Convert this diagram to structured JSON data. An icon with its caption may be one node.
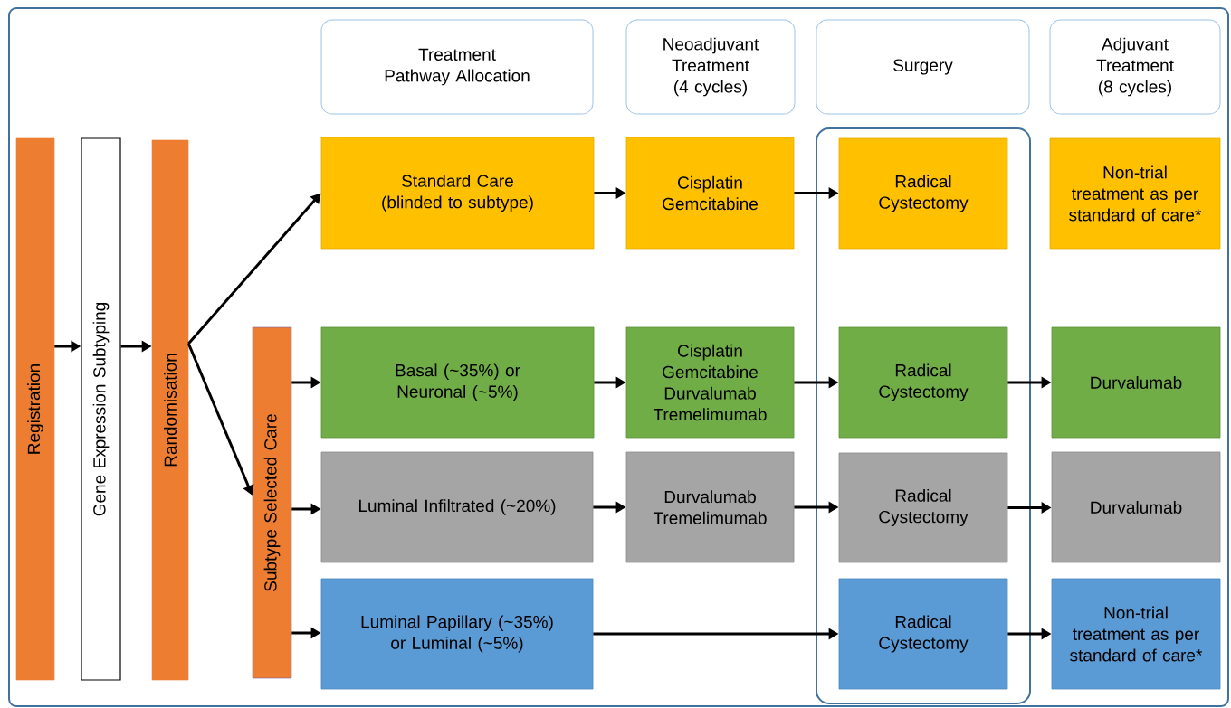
{
  "diagram": {
    "nodes": [
      {
        "text": [
          "Treatment Pathway Allocation"
        ]
      },
      {
        "text": [
          "Neoadjuvant Treatment (4 cycles)"
        ]
      },
      {
        "text": [
          "Surgery"
        ]
      },
      {
        "text": [
          "Adjuvant Treatment (8 cycles)"
        ]
      },
      {
        "text": [
          "Registration"
        ]
      },
      {
        "text": [
          "Gene Expression Subtyping"
        ]
      },
      {
        "text": [
          "Randomisation"
        ]
      },
      {
        "text": [
          "Subtype Selected Care"
        ]
      },
      {
        "text": [],
        "shape": "box"
      },
      {
        "text": [
          "Standard Care (blinded to subtype)"
        ]
      },
      {
        "text": [
          "Cisplatin Gemcitabine"
        ]
      },
      {
        "text": [
          "Radical Cystectomy"
        ],
        "in": 8
      },
      {
        "text": [
          "Non-trial treatment as per standard of care*"
        ]
      },
      {
        "text": [
          "Basal (~35%) or Neuronal (~5%)"
        ]
      },
      {
        "text": [
          "Cisplatin Gemcitabine Durvalumab Tremelimumab"
        ]
      },
      {
        "text": [
          "Radical Cystectomy"
        ],
        "in": 8
      },
      {
        "text": [
          "Durvalumab"
        ]
      },
      {
        "text": [
          "Luminal Infiltrated (~20%)"
        ]
      },
      {
        "text": [
          "Durvalumab Tremelimumab"
        ]
      },
      {
        "text": [
          "Radical Cystectomy"
        ],
        "in": 8
      },
      {
        "text": [
          "Durvalumab"
        ]
      },
      {
        "text": [
          "Luminal Papillary (~35%) or Luminal (~5%)"
        ]
      },
      {
        "text": [
          "Radical Cystectomy"
        ],
        "in": 8
      },
      {
        "text": [
          "Non-trial treatment as per standard of care*"
        ]
      }
    ],
    "edges": [
      {
        "from": 4,
        "to": 5,
        "arrow": "to"
      },
      {
        "from": 5,
        "to": 6,
        "arrow": "to"
      },
      {
        "from": 6,
        "to": 9,
        "arrow": "to"
      },
      {
        "from": 6,
        "to": 7,
        "arrow": "to"
      },
      {
        "from": 7,
        "to": 13,
        "arrow": "to"
      },
      {
        "from": 7,
        "to": 17,
        "arrow": "to"
      },
      {
        "from": 7,
        "to": 21,
        "arrow": "to"
      },
      {
        "from": 9,
        "to": 10,
        "arrow": "to"
      },
      {
        "from": 10,
        "to": 11,
        "arrow": "to"
      },
      {
        "from": 13,
        "to": 14,
        "arrow": "to"
      },
      {
        "from": 14,
        "to": 15,
        "arrow": "to"
      },
      {
        "from": 15,
        "to": 16,
        "arrow": "to"
      },
      {
        "from": 17,
        "to": 18,
        "arrow": "to"
      },
      {
        "from": 18,
        "to": 19,
        "arrow": "to"
      },
      {
        "from": 19,
        "to": 20,
        "arrow": "to"
      },
      {
        "from": 21,
        "to": 22,
        "arrow": "to"
      },
      {
        "from": 22,
        "to": 23,
        "arrow": "to"
      }
    ]
  }
}
